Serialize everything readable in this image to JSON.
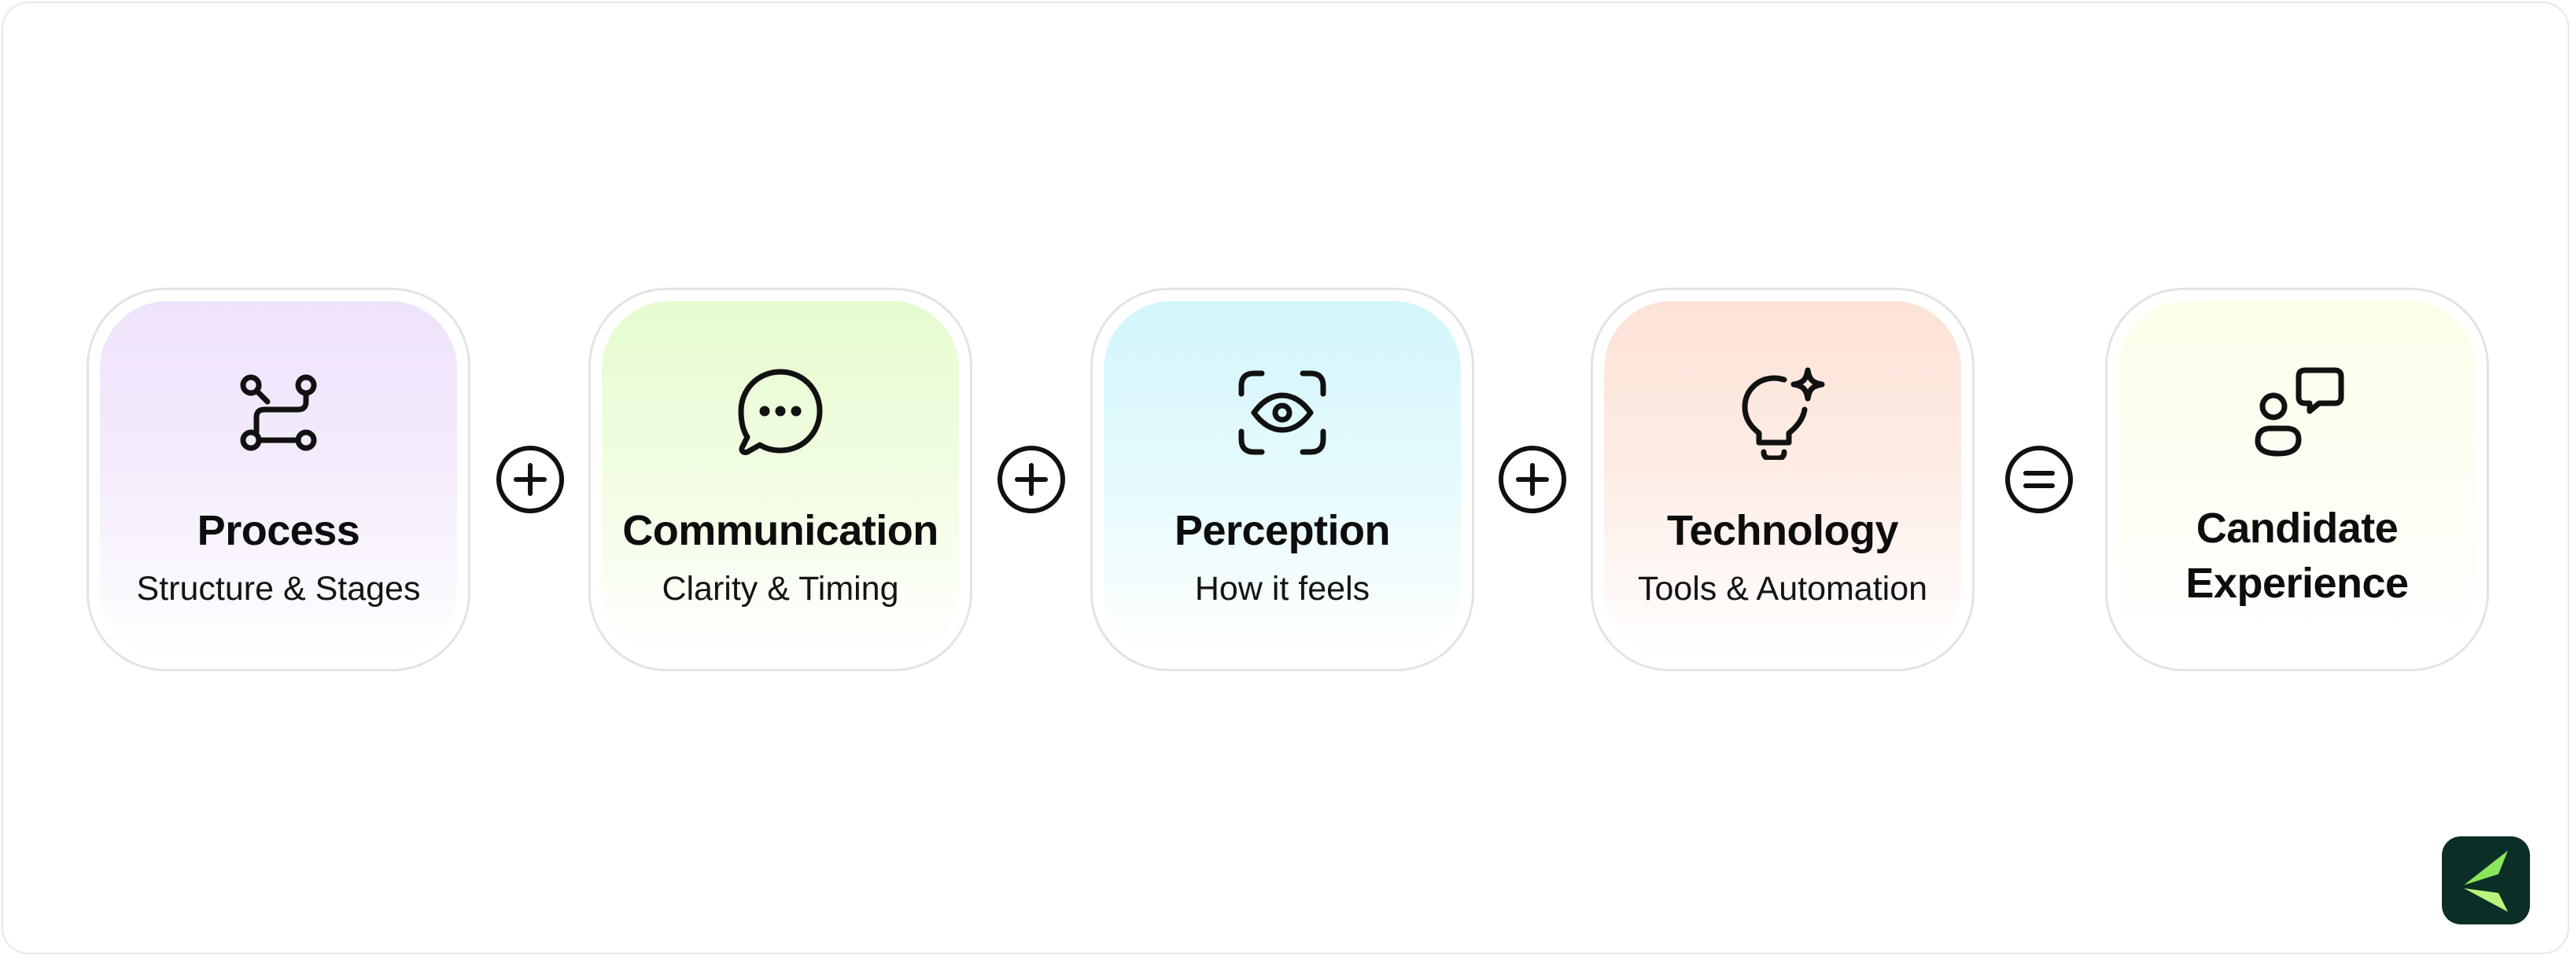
{
  "cards": [
    {
      "title": "Process",
      "subtitle": "Structure & Stages",
      "icon": "process-path-icon"
    },
    {
      "title": "Communication",
      "subtitle": "Clarity & Timing",
      "icon": "chat-bubble-icon"
    },
    {
      "title": "Perception",
      "subtitle": "How it feels",
      "icon": "eye-scan-icon"
    },
    {
      "title": "Technology",
      "subtitle": "Tools & Automation",
      "icon": "lightbulb-sparkle-icon"
    },
    {
      "title": "Candidate\nExperience",
      "subtitle": "",
      "icon": "person-chat-icon"
    }
  ],
  "operators": [
    "plus-icon",
    "plus-icon",
    "plus-icon",
    "equals-icon"
  ],
  "logo": {
    "icon": "brand-logo-icon"
  },
  "colors": {
    "process": "#efe3fb",
    "communication": "#e6fbcf",
    "perception": "#d2f6fb",
    "technology": "#fde2d7",
    "candidate_experience": "#fcfde9",
    "logo_bg": "#0b2e27",
    "logo_mark": "#8ce65a"
  }
}
